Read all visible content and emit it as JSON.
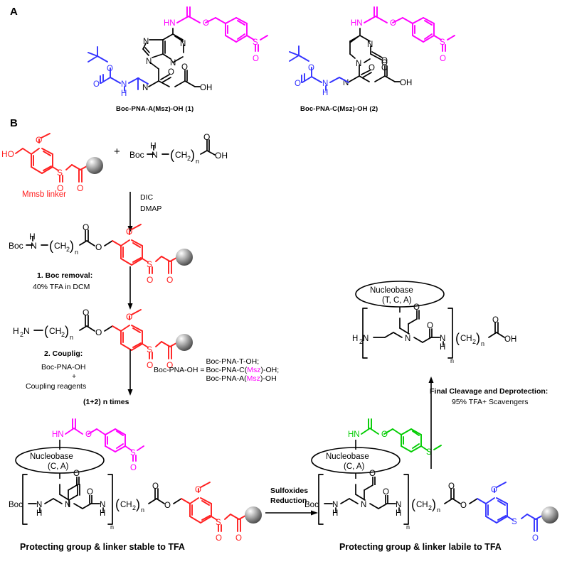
{
  "figure": {
    "panels": [
      {
        "id": "A",
        "letter": "A"
      },
      {
        "id": "B",
        "letter": "B"
      }
    ]
  },
  "colors": {
    "black": "#000000",
    "magenta": "#FF00FF",
    "blue": "#3333FF",
    "red": "#FF2020",
    "green": "#00CC00",
    "bead_light": "#FFFFFF",
    "bead_dark": "#595959"
  },
  "panelA": {
    "letter": "A",
    "compound1": {
      "label": "Boc-PNA-A(Msz)-OH (1)",
      "nucleobase": "adenine",
      "atoms": {
        "hn": "HN",
        "o_carbonyl": "O",
        "o_ester": "O",
        "n1": "N",
        "n3": "N",
        "n7": "N",
        "n9": "N",
        "s": "S",
        "s_oxide_o": "O",
        "boc_o": "O",
        "boc_carbonyl_o": "O",
        "nh": "N",
        "nh_h": "H",
        "amide_n": "N",
        "amide_o": "O",
        "acid_o": "O",
        "acid_oh": "OH"
      }
    },
    "compound2": {
      "label": "Boc-PNA-C(Msz)-OH (2)",
      "nucleobase": "cytosine",
      "atoms": {
        "hn": "HN",
        "o_carbonyl": "O",
        "o_ester": "O",
        "n3": "N",
        "n1": "N",
        "ring_o": "O",
        "s": "S",
        "s_oxide_o": "O",
        "boc_o": "O",
        "boc_carbonyl_o": "O",
        "nh": "N",
        "nh_h": "H",
        "amide_n": "N",
        "amide_o": "O",
        "acid_o": "O",
        "acid_oh": "OH"
      }
    }
  },
  "panelB": {
    "letter": "B",
    "linker": {
      "name": "Mmsb linker",
      "ho": "HO",
      "methoxy_o": "O",
      "s": "S",
      "sulfoxide_o": "O",
      "ketone_o": "O"
    },
    "plus": "+",
    "reagent_aminoacid": {
      "boc": "Boc",
      "n": "N",
      "h": "H",
      "ch2": "CH",
      "ch2_sub": "2",
      "n_sub": "n",
      "carbonyl_o": "O",
      "oh": "OH"
    },
    "step_dic": [
      "DIC",
      "DMAP"
    ],
    "intermediate1": {
      "boc": "Boc",
      "n": "N",
      "h": "H",
      "ch2": "CH",
      "ch2_sub": "2",
      "n_sub": "n",
      "carbonyl_o": "O",
      "ester_o": "O",
      "methoxy_o": "O",
      "s": "S",
      "sulfoxide_o": "O",
      "ketone_o": "O"
    },
    "step_boc_removal": {
      "line1": "1. Boc removal:",
      "line2": "40% TFA in DCM"
    },
    "intermediate2": {
      "h2n": "H",
      "h2n_sub": "2",
      "h2n_n": "N",
      "ch2": "CH",
      "ch2_sub": "2",
      "n_sub": "n",
      "carbonyl_o": "O",
      "ester_o": "O",
      "methoxy_o": "O",
      "s": "S",
      "sulfoxide_o": "O",
      "ketone_o": "O"
    },
    "step_coupling": {
      "line1": "2. Couplig:",
      "line2": "Boc-PNA-OH",
      "line3": "+",
      "line4": "Coupling reagents"
    },
    "cycle_note": "(1+2) n times",
    "pna_legend": {
      "prefix": "Boc-PNA-OH =",
      "entries": [
        {
          "pre": "Boc-PNA-T-OH;",
          "mid": "",
          "post": ""
        },
        {
          "pre": "Boc-PNA-C(",
          "mid": "Msz",
          "post": ")-OH;"
        },
        {
          "pre": "Boc-PNA-A(",
          "mid": "Msz",
          "post": ")-OH"
        }
      ]
    },
    "oligomer_protected": {
      "caption": "Protecting group & linker stable to TFA",
      "nucleobase_line1": "Nucleobase",
      "nucleobase_line2": "(C, A)",
      "hn": "HN",
      "boc": "Boc",
      "n_sub": "n",
      "ch2": "CH",
      "ch2_sub": "2",
      "s": "S",
      "sulfoxide_o": "O"
    },
    "step_sulfoxide": {
      "line1": "Sulfoxides",
      "line2": "Reduction"
    },
    "oligomer_reduced": {
      "caption": "Protecting group & linker labile to TFA",
      "nucleobase_line1": "Nucleobase",
      "nucleobase_line2": "(C, A)",
      "hn": "HN",
      "boc": "Boc",
      "n_sub": "n",
      "ch2": "CH",
      "ch2_sub": "2",
      "s": "S"
    },
    "step_final_cleavage": {
      "line1": "Final Cleavage and Deprotection:",
      "line2": "95% TFA+ Scavengers"
    },
    "final_product": {
      "nucleobase_line1": "Nucleobase",
      "nucleobase_line2": "(T, C, A)",
      "h2n": "H",
      "h2n_sub": "2",
      "h2n_n": "N",
      "n_sub": "n",
      "ch2": "CH",
      "ch2_sub": "2",
      "oh": "OH"
    }
  }
}
